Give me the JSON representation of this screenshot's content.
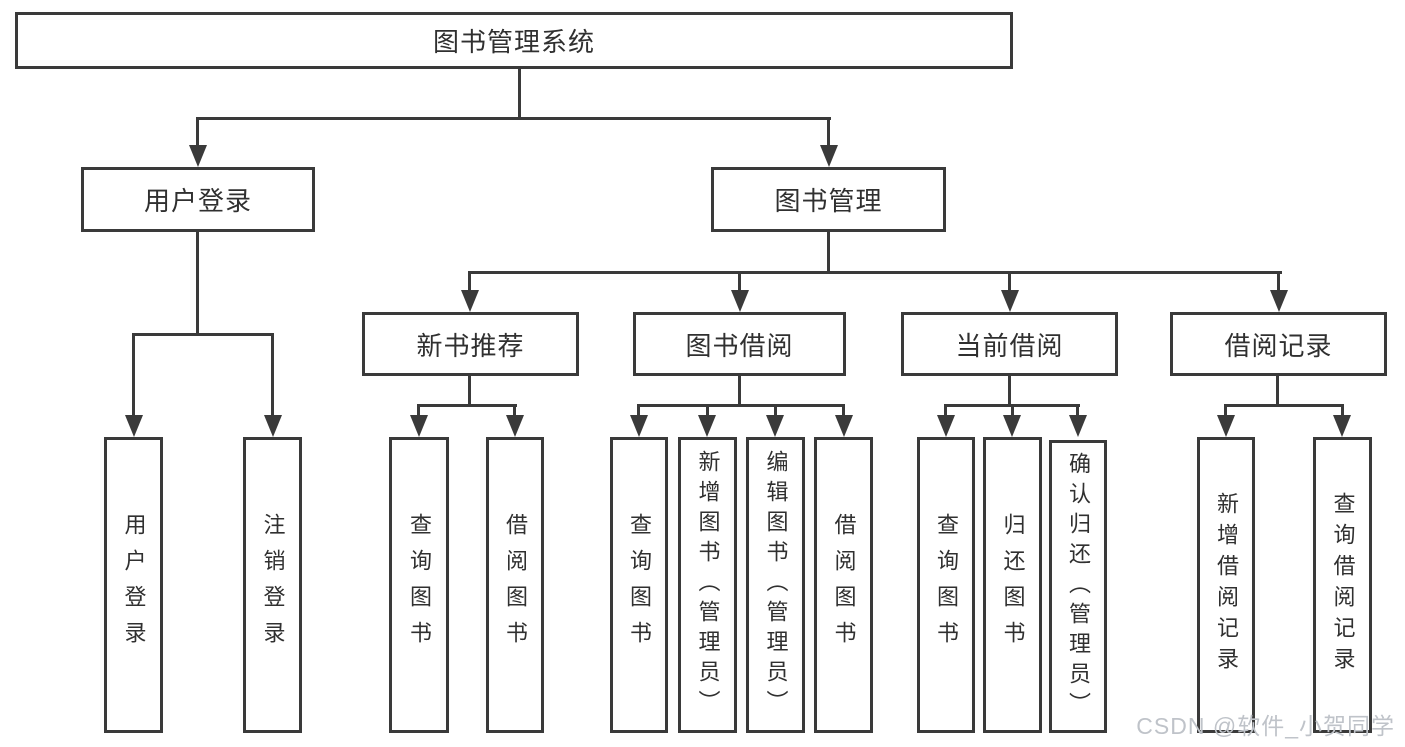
{
  "diagram": {
    "root": {
      "label": "图书管理系统"
    },
    "branches": [
      {
        "label": "用户登录",
        "children": [
          "用户登录",
          "注销登录"
        ]
      },
      {
        "label": "图书管理",
        "groups": [
          {
            "label": "新书推荐",
            "children": [
              "查询图书",
              "借阅图书"
            ]
          },
          {
            "label": "图书借阅",
            "children": [
              "查询图书",
              "新增图书（管理员）",
              "编辑图书（管理员）",
              "借阅图书"
            ]
          },
          {
            "label": "当前借阅",
            "children": [
              "查询图书",
              "归还图书",
              "确认归还（管理员）"
            ]
          },
          {
            "label": "借阅记录",
            "children": [
              "新增借阅记录",
              "查询借阅记录"
            ]
          }
        ]
      }
    ]
  },
  "watermark": {
    "text": "CSDN @软件_小贺同学"
  },
  "colors": {
    "line": "#3a3a3a",
    "text": "#303030",
    "background": "#ffffff",
    "watermark": "#bfc3c9"
  }
}
